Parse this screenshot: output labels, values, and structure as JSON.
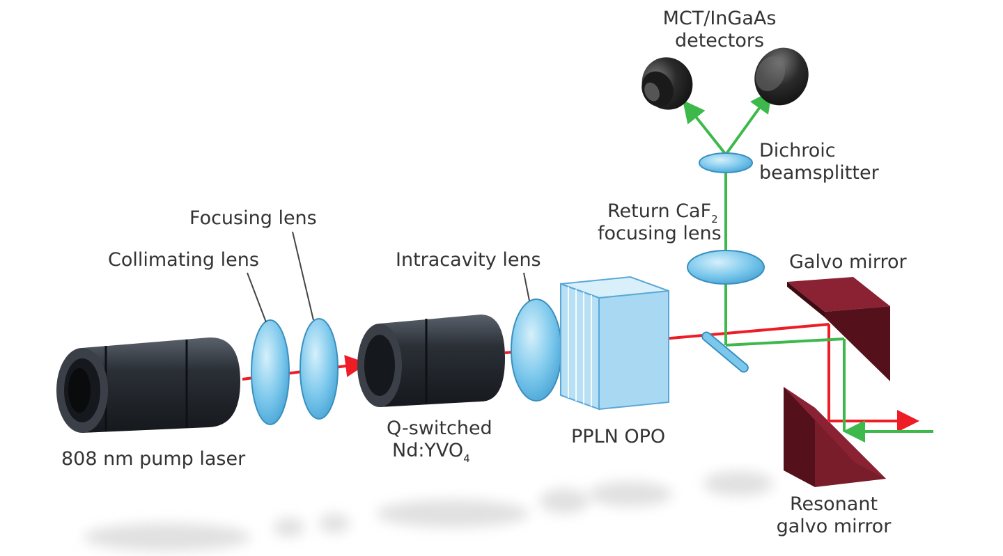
{
  "colors": {
    "background": "#ffffff",
    "red_beam": "#ee1c25",
    "green_beam": "#3cb94a",
    "lens": "#7cc8ec",
    "lens_edge": "#3a8fbe",
    "crystal": "#c4e6f7",
    "crystal_edge": "#5aa8d6",
    "laser_body": "#2a2f36",
    "mirror": "#6d1621",
    "detector": "#2b2b2b",
    "text": "#333333"
  },
  "labels": {
    "detectors_line1": "MCT/InGaAs",
    "detectors_line2": "detectors",
    "dichroic_line1": "Dichroic",
    "dichroic_line2": "beamsplitter",
    "return_lens_line1": "Return CaF",
    "return_lens_sub": "2",
    "return_lens_line2": "focusing lens",
    "focusing_lens": "Focusing lens",
    "collimating_lens": "Collimating lens",
    "intracavity_lens": "Intracavity lens",
    "galvo_mirror": "Galvo mirror",
    "pump_laser": "808 nm pump laser",
    "qswitched_line1": "Q-switched",
    "qswitched_line2": "Nd:YVO",
    "qswitched_sub": "4",
    "pplm_opo": "PPLN OPO",
    "resonant_line1": "Resonant",
    "resonant_line2": "galvo mirror"
  }
}
